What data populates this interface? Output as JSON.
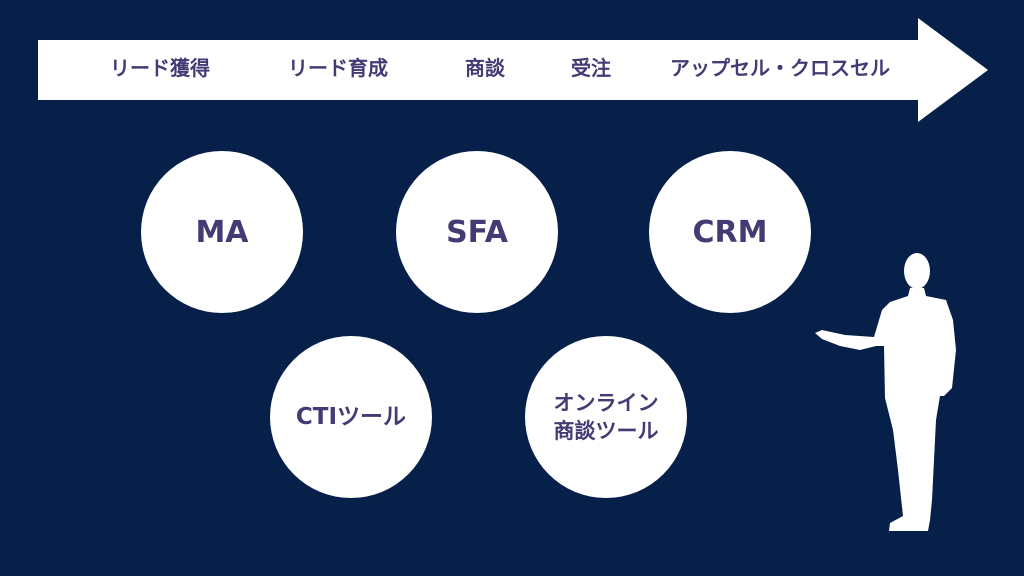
{
  "stages": [
    "リード獲得",
    "リード育成",
    "商談",
    "受注",
    "アップセル・クロスセル"
  ],
  "tools": {
    "ma": "MA",
    "sfa": "SFA",
    "crm": "CRM",
    "cti": "CTIツール",
    "online_line1": "オンライン",
    "online_line2": "商談ツール"
  },
  "colors": {
    "background": "#06204a",
    "text": "#433b74",
    "shape": "#ffffff"
  }
}
